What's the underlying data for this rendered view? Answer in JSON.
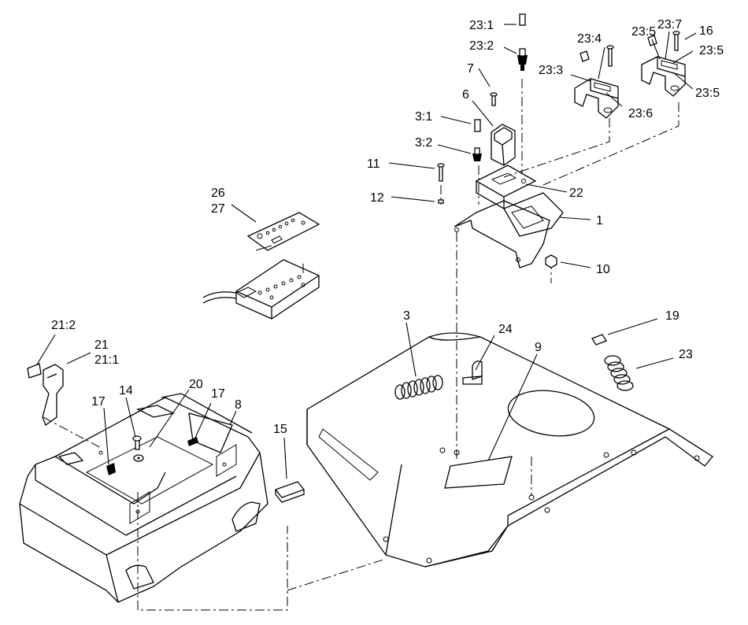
{
  "labels": {
    "l23_1": "23:1",
    "l23_2": "23:2",
    "l23_3": "23:3",
    "l23_4": "23:4",
    "l23_5a": "23:5",
    "l23_5b": "23:5",
    "l23_5c": "23:5",
    "l23_6": "23:6",
    "l23_7": "23:7",
    "l16": "16",
    "l7": "7",
    "l6": "6",
    "l3_1": "3:1",
    "l3_2": "3:2",
    "l11": "11",
    "l12": "12",
    "l22": "22",
    "l1": "1",
    "l10": "10",
    "l26": "26",
    "l27": "27",
    "l21_2": "21:2",
    "l21": "21",
    "l21_1": "21:1",
    "l17a": "17",
    "l14": "14",
    "l20": "20",
    "l17b": "17",
    "l8": "8",
    "l15": "15",
    "l3": "3",
    "l24": "24",
    "l9": "9",
    "l19": "19",
    "l23": "23"
  }
}
